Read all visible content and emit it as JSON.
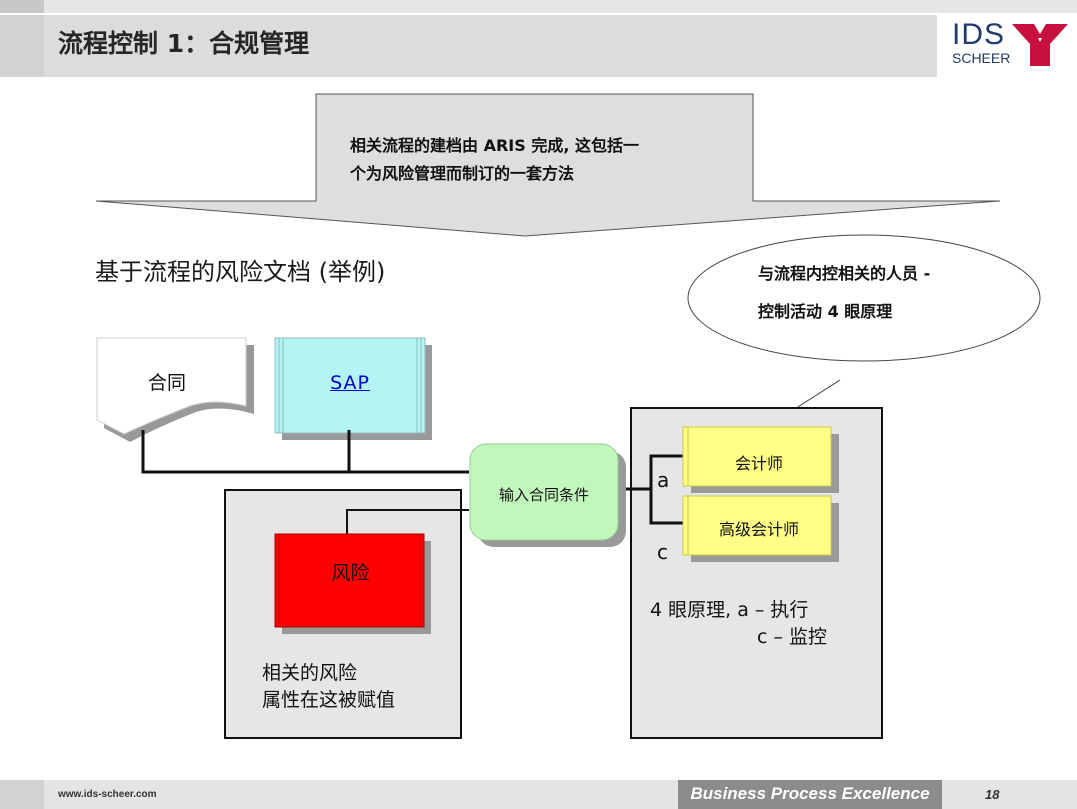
{
  "header": {
    "title": "流程控制 1：合规管理",
    "logo_top": "IDS",
    "logo_bottom": "SCHEER"
  },
  "callout": {
    "text_line1": "相关流程的建档由 ARIS 完成, 这包括一",
    "text_line2": "个为风险管理而制订的一套方法"
  },
  "section_title": "基于流程的风险文档 (举例)",
  "ellipse": {
    "line1": "与流程内控相关的人员 -",
    "line2": "控制活动 4 眼原理"
  },
  "diagram": {
    "document_label": "合同",
    "system_label": "SAP",
    "function_label": "输入合同条件",
    "risk_label": "风险",
    "risk_note_line1": "相关的风险",
    "risk_note_line2": "属性在这被赋值",
    "role1_label": "会计师",
    "role2_label": "高级会计师",
    "relation_a": "a",
    "relation_c": "c",
    "principle_line1": "4 眼原理, a – 执行",
    "principle_line2": "c – 监控"
  },
  "colors": {
    "system_fill": "#b3f5f5",
    "function_fill": "#c2f7bc",
    "risk_fill": "#ff0000",
    "role_fill": "#ffff88",
    "logo_mark": "#c8103e"
  },
  "footer": {
    "url": "www.ids-scheer.com",
    "slogan": "Business Process Excellence",
    "page": "18"
  }
}
